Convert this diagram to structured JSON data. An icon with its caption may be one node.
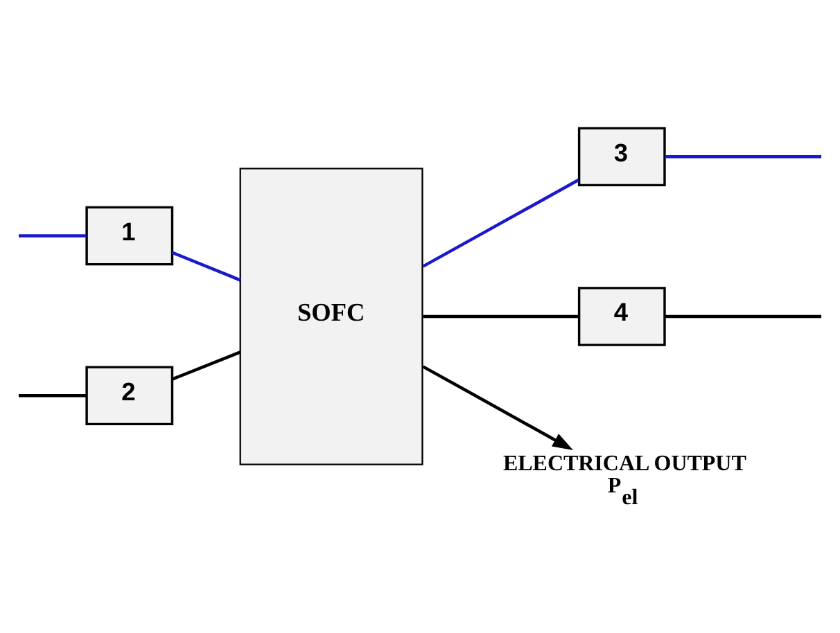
{
  "diagram": {
    "nodes": [
      {
        "text": [
          "SOFC"
        ]
      },
      {
        "text": [
          "1"
        ]
      },
      {
        "text": [
          "2"
        ]
      },
      {
        "text": [
          "3"
        ]
      },
      {
        "text": [
          "4"
        ]
      },
      {
        "text": [
          "ELECTRICAL OUTPUT",
          "P$_{el}$"
        ]
      }
    ],
    "edges": [
      {
        "from": null,
        "to": 1,
        "arrow": "none",
        "color": "#1a1acc"
      },
      {
        "from": 1,
        "to": 0,
        "arrow": "none",
        "color": "#1a1acc"
      },
      {
        "from": null,
        "to": 2,
        "arrow": "none"
      },
      {
        "from": 2,
        "to": 0,
        "arrow": "none"
      },
      {
        "from": 0,
        "to": 3,
        "arrow": "none",
        "color": "#1a1acc"
      },
      {
        "from": 3,
        "to": null,
        "arrow": "none",
        "color": "#1a1acc"
      },
      {
        "from": 0,
        "to": 4,
        "arrow": "none"
      },
      {
        "from": 4,
        "to": null,
        "arrow": "none"
      },
      {
        "from": 0,
        "to": 5,
        "arrow": "to"
      }
    ]
  }
}
